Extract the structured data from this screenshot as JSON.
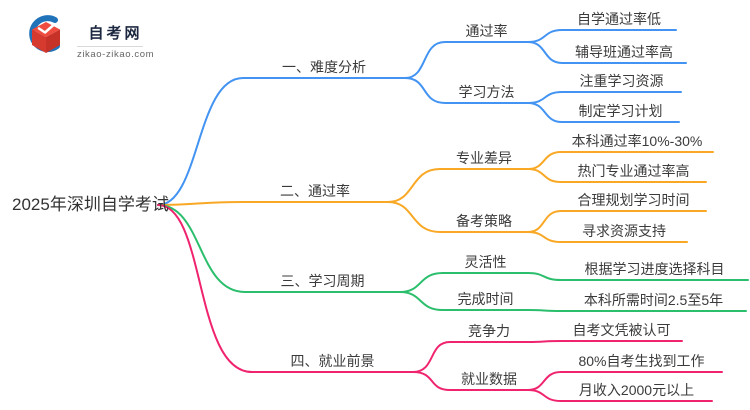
{
  "logo": {
    "name": "自考网",
    "site": "zikao-zikao.com"
  },
  "root": "2025年深圳自学考试",
  "branches": [
    {
      "label": "一、难度分析",
      "color": "#4293F2",
      "children": [
        {
          "label": "通过率",
          "children": [
            {
              "label": "自学通过率低"
            },
            {
              "label": "辅导班通过率高"
            }
          ]
        },
        {
          "label": "学习方法",
          "children": [
            {
              "label": "注重学习资源"
            },
            {
              "label": "制定学习计划"
            }
          ]
        }
      ]
    },
    {
      "label": "二、通过率",
      "color": "#F9A825",
      "children": [
        {
          "label": "专业差异",
          "children": [
            {
              "label": "本科通过率10%-30%"
            },
            {
              "label": "热门专业通过率高"
            }
          ]
        },
        {
          "label": "备考策略",
          "children": [
            {
              "label": "合理规划学习时间"
            },
            {
              "label": "寻求资源支持"
            }
          ]
        }
      ]
    },
    {
      "label": "三、学习周期",
      "color": "#2BBE6C",
      "children": [
        {
          "label": "灵活性",
          "children": [
            {
              "label": "根据学习进度选择科目"
            }
          ]
        },
        {
          "label": "完成时间",
          "children": [
            {
              "label": "本科所需时间2.5至5年"
            }
          ]
        }
      ]
    },
    {
      "label": "四、就业前景",
      "color": "#F0246E",
      "children": [
        {
          "label": "竞争力",
          "children": [
            {
              "label": "自考文凭被认可"
            }
          ]
        },
        {
          "label": "就业数据",
          "children": [
            {
              "label": "80%自考生找到工作"
            },
            {
              "label": "月收入2000元以上"
            }
          ]
        }
      ]
    }
  ]
}
